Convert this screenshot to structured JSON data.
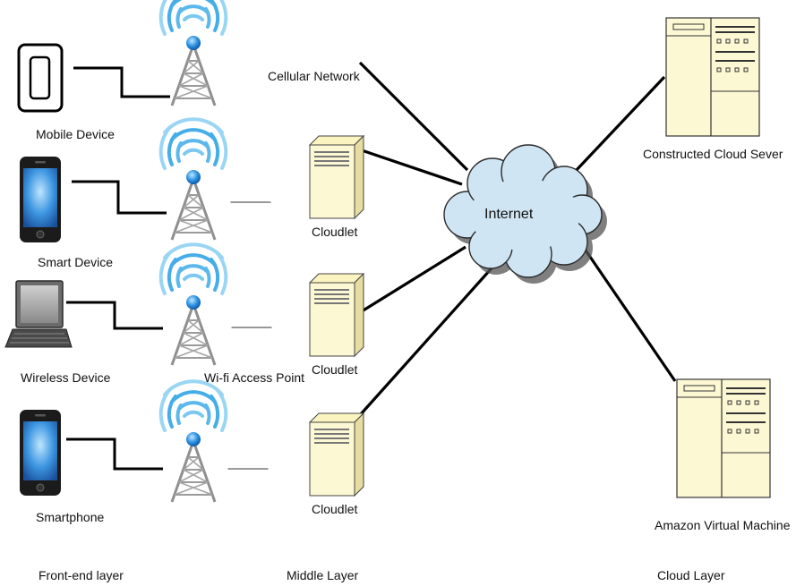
{
  "devices": {
    "mobile_device": "Mobile Device",
    "smart_device": "Smart Device",
    "wireless_device": "Wireless Device",
    "smartphone": "Smartphone"
  },
  "access_point_label": "Wi-fi Access Point",
  "cellular_network_label": "Cellular Network",
  "cloudlets": [
    "Cloudlet",
    "Cloudlet",
    "Cloudlet"
  ],
  "internet_label": "Internet",
  "servers": {
    "constructed": "Constructed Cloud Sever",
    "amazon": "Amazon Virtual Machine"
  },
  "dashes": "---------------",
  "layers": {
    "front_end": "Front-end layer",
    "middle": "Middle Layer",
    "cloud": "Cloud Layer"
  },
  "colors": {
    "cloud_fill": "#cfe5f3",
    "server_fill": "#fdf8d4",
    "tower_gray": "#9a9a9a",
    "signal_blue": "#35a6e8",
    "screen_blue": "#2f86d6"
  }
}
